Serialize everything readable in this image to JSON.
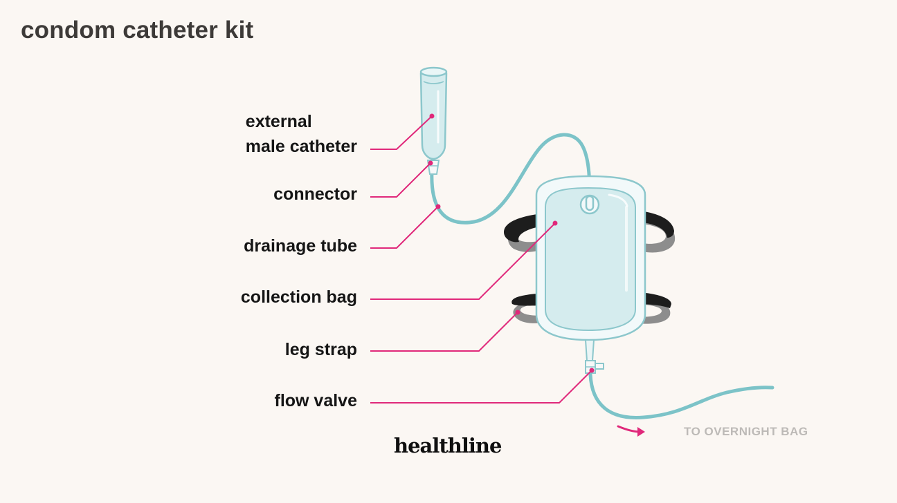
{
  "title": "condom catheter kit",
  "labels": {
    "external_male_catheter": [
      "external",
      "male catheter"
    ],
    "connector": "connector",
    "drainage_tube": "drainage tube",
    "collection_bag": "collection bag",
    "leg_strap": "leg strap",
    "flow_valve": "flow valve"
  },
  "destination": "TO OVERNIGHT BAG",
  "brand": "healthline",
  "colors": {
    "background": "#fbf7f3",
    "leader": "#e0287a",
    "tube": "#7cc3c8",
    "bag_fill": "#d5ecee",
    "strap": "#1d1d1d",
    "strap_shadow": "#8a8a8a"
  }
}
